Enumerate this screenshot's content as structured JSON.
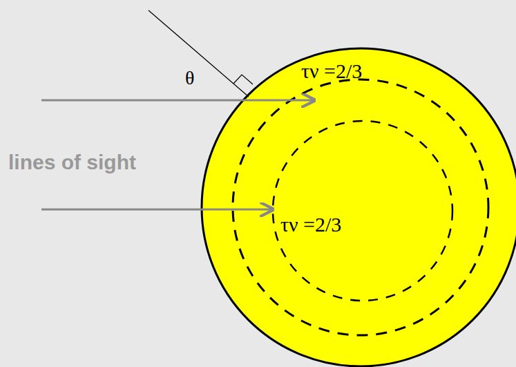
{
  "diagram": {
    "labels": [
      "θ",
      "τν =2/3",
      "lines of sight",
      "τν =2/3"
    ]
  }
}
